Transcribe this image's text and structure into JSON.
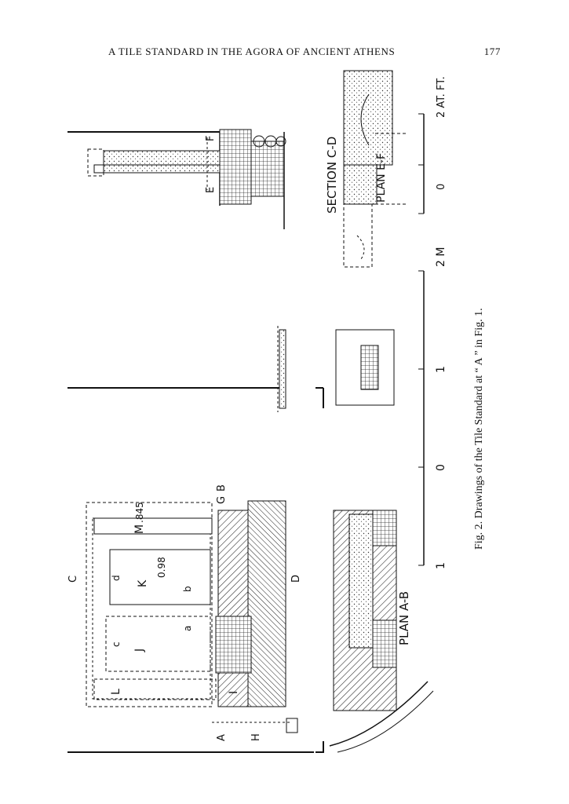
{
  "header": {
    "running_title": "A TILE STANDARD IN THE AGORA OF ANCIENT ATHENS",
    "page_number": "177"
  },
  "figure": {
    "caption": "Fig. 2. Drawings of the Tile Standard at “ A ” in Fig. 1.",
    "labels": {
      "section_cd": "SECTION C-D",
      "plan_ef": "PLAN E-F",
      "plan_ab": "PLAN A-B",
      "scale_ft": "2 AT. FT.",
      "scale_m": "2 M",
      "a": "A",
      "b": "B",
      "c": "C",
      "d": "D",
      "e": "E",
      "f": "F",
      "g": "G",
      "h": "H",
      "i": "I",
      "j": "J",
      "k": "K",
      "l": "L",
      "m": "M",
      "sa": "a",
      "sb": "b",
      "sc": "c",
      "sd": "d",
      "dim_m": ".845",
      "dim_k": "0.98"
    },
    "scale_ft_ticks": [
      "0",
      "2 AT. FT."
    ],
    "scale_m_ticks": [
      "1",
      "0",
      "1",
      "2 M"
    ]
  }
}
